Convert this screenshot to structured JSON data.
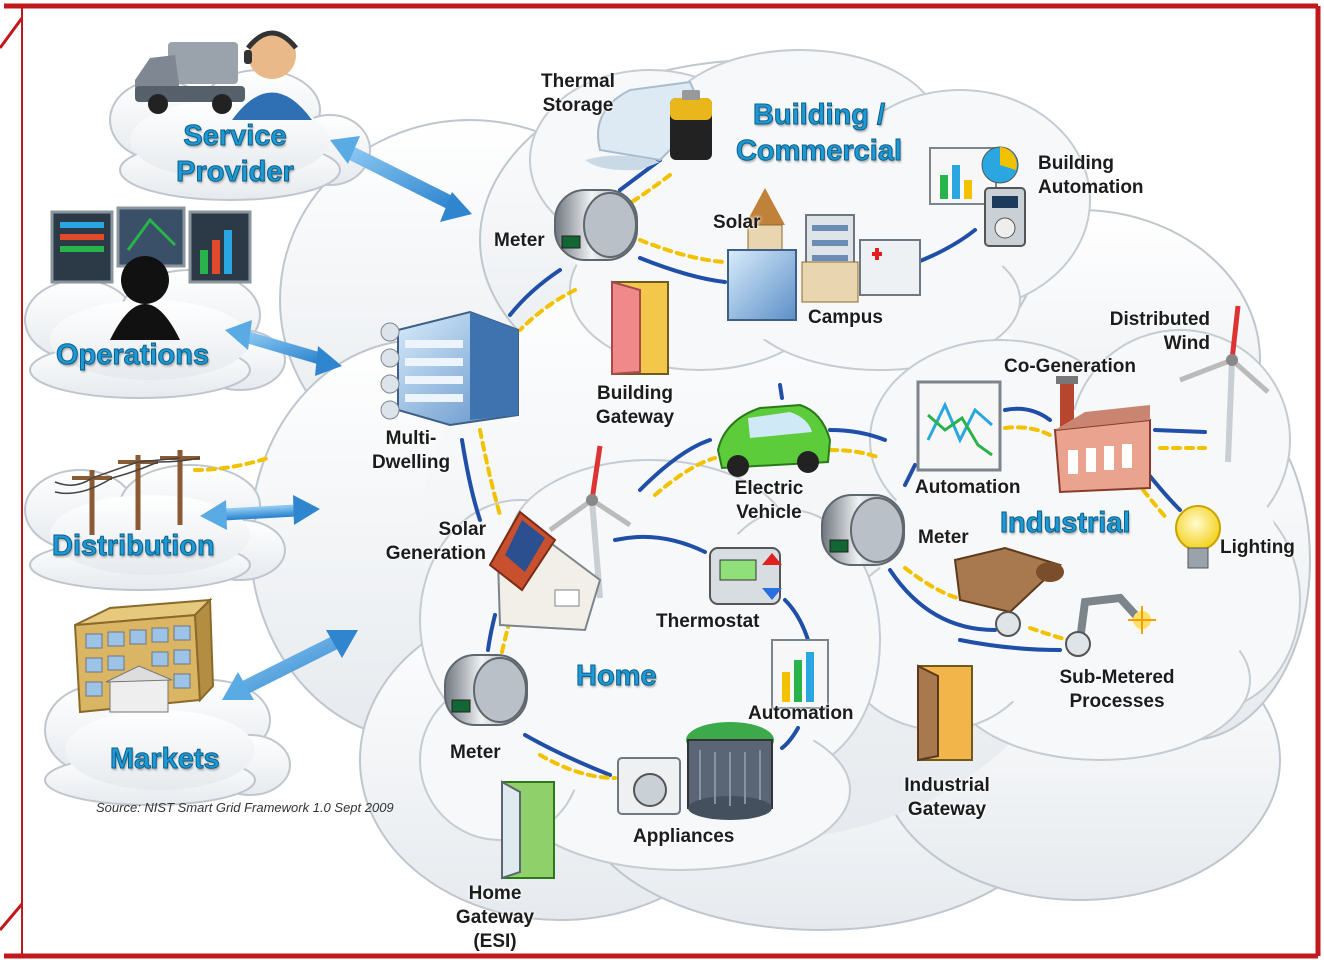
{
  "colors": {
    "frame": "#c0181d",
    "arrow": "#4fa3e0",
    "link_blue": "#1f4fa6",
    "link_yellow": "#f2c200",
    "domain_text": "#1d9ad6",
    "cloud_fill": "#f3f5f7",
    "cloud_edge": "#bfc6cd"
  },
  "domains": {
    "service_provider": "Service\nProvider",
    "operations": "Operations",
    "distribution": "Distribution",
    "markets": "Markets",
    "building_commercial": "Building /\nCommercial",
    "home": "Home",
    "industrial": "Industrial"
  },
  "labels": {
    "thermal_storage": "Thermal\nStorage",
    "meter_building": "Meter",
    "solar_building": "Solar",
    "campus": "Campus",
    "building_automation": "Building\nAutomation",
    "multi_dwelling": "Multi-\nDwelling",
    "building_gateway": "Building\nGateway",
    "electric_vehicle": "Electric\nVehicle",
    "distributed_wind": "Distributed\nWind",
    "co_generation": "Co-Generation",
    "automation_industrial": "Automation",
    "meter_industrial": "Meter",
    "lighting": "Lighting",
    "solar_generation": "Solar\nGeneration",
    "thermostat": "Thermostat",
    "automation_home": "Automation",
    "meter_home": "Meter",
    "appliances": "Appliances",
    "home_gateway": "Home\nGateway\n(ESI)",
    "sub_metered_processes": "Sub-Metered\nProcesses",
    "industrial_gateway": "Industrial\nGateway"
  },
  "source": "Source:  NIST Smart Grid Framework 1.0 Sept 2009",
  "icons": {
    "service_provider": "truck-and-headset-agent-icon",
    "operations": "control-room-monitors-icon",
    "distribution": "power-lines-icon",
    "markets": "market-building-icon",
    "thermal_storage": "ice-and-battery-icon",
    "meter": "smart-meter-icon",
    "campus": "campus-buildings-icon",
    "building_automation": "dashboard-panel-icon",
    "multi_dwelling": "apartment-building-icon",
    "building_gateway": "door-icon",
    "electric_vehicle": "green-car-icon",
    "wind": "wind-turbine-icon",
    "co_generation": "factory-icon",
    "industrial_automation": "line-chart-icon",
    "lighting": "light-bulb-icon",
    "house": "solar-house-icon",
    "thermostat": "thermostat-icon",
    "home_automation": "bar-chart-icon",
    "appliances": "washer-and-ac-icon",
    "home_gateway": "open-door-icon",
    "sub_metered": "robot-arm-and-rollers-icon",
    "industrial_gateway": "door-icon"
  }
}
